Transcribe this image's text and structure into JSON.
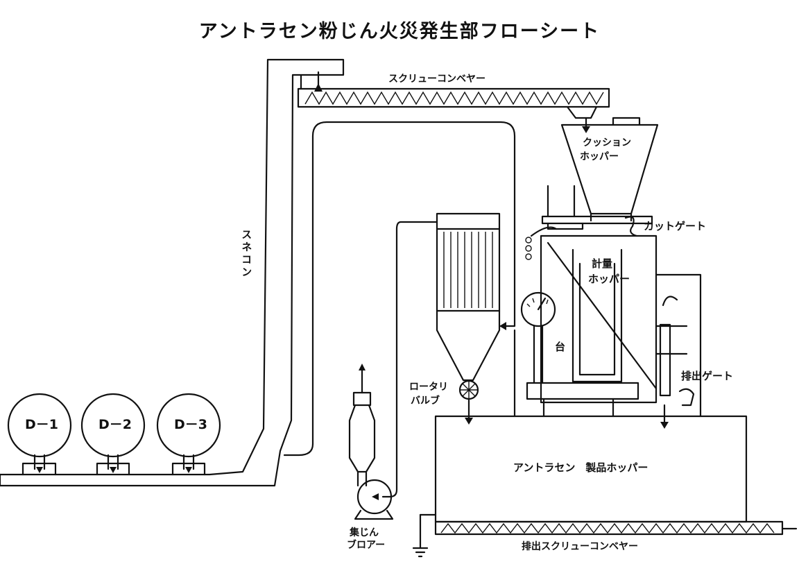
{
  "title": "アントラセン粉じん火災発生部フローシート",
  "labels": {
    "screw_conveyor": "スクリューコンベヤー",
    "cushion_hopper_1": "クッション",
    "cushion_hopper_2": "ホッパー",
    "cut_gate": "カットゲート",
    "snecon": "スネコン",
    "weighing_hopper_1": "計量",
    "weighing_hopper_2": "ホッパー",
    "stand": "台",
    "discharge_gate": "排出ゲート",
    "rotary_valve_1": "ロータリ",
    "rotary_valve_2": "バルブ",
    "product_hopper": "アントラセン　製品ホッパー",
    "dust_blower_1": "集じん",
    "dust_blower_2": "ブロアー",
    "discharge_screw_conveyor": "排出スクリューコンベヤー"
  },
  "drums": [
    {
      "label": "D－1"
    },
    {
      "label": "D－2"
    },
    {
      "label": "D－3"
    }
  ]
}
